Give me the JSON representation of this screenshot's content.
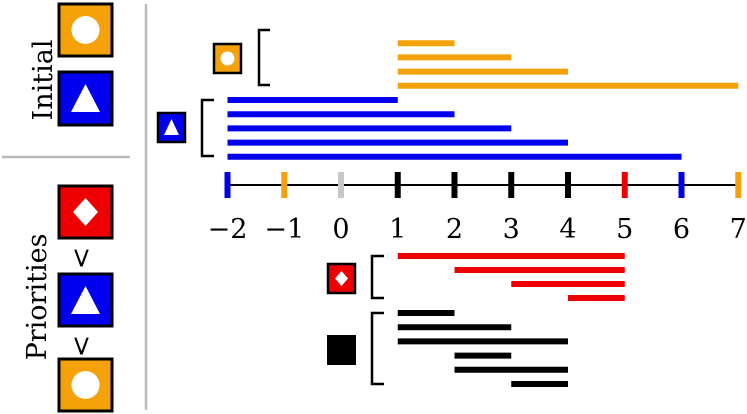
{
  "colors": {
    "orange": "#f5a20a",
    "blue": "#0000ee",
    "red": "#ee0000",
    "black": "#000000",
    "divider": "#bbbbbb",
    "origin_tick": "#c8c8c8"
  },
  "sidebar": {
    "initial_label": "Initial",
    "priorities_label": "Priorities",
    "less_than_symbol": "<",
    "initial_icons": [
      "circle-icon",
      "triangle-icon"
    ],
    "priority_icons": [
      "diamond-icon",
      "triangle-icon",
      "circle-icon"
    ]
  },
  "axis": {
    "ticks": [
      -2,
      -1,
      0,
      1,
      2,
      3,
      4,
      5,
      6,
      7
    ],
    "tick_colors": {
      "-2": "blue",
      "-1": "orange",
      "0": "origin_tick",
      "1": "black",
      "2": "black",
      "3": "black",
      "4": "black",
      "5": "red",
      "6": "blue",
      "7": "orange"
    }
  },
  "groups": {
    "orange_circle": {
      "icon": "circle-icon",
      "color": "orange",
      "from": 1,
      "to": [
        1,
        2,
        3,
        4,
        7
      ]
    },
    "blue_triangle": {
      "icon": "triangle-icon",
      "color": "blue",
      "from": -2,
      "to": [
        1,
        2,
        3,
        4,
        6
      ]
    },
    "red_diamond": {
      "icon": "diamond-icon",
      "color": "red",
      "intervals": [
        [
          1,
          5
        ],
        [
          2,
          5
        ],
        [
          3,
          5
        ],
        [
          4,
          5
        ]
      ]
    },
    "black_square": {
      "icon": "square-icon",
      "color": "black",
      "intervals": [
        [
          1,
          2
        ],
        [
          1,
          3
        ],
        [
          1,
          4
        ],
        [
          2,
          3
        ],
        [
          2,
          4
        ],
        [
          3,
          4
        ]
      ]
    }
  }
}
